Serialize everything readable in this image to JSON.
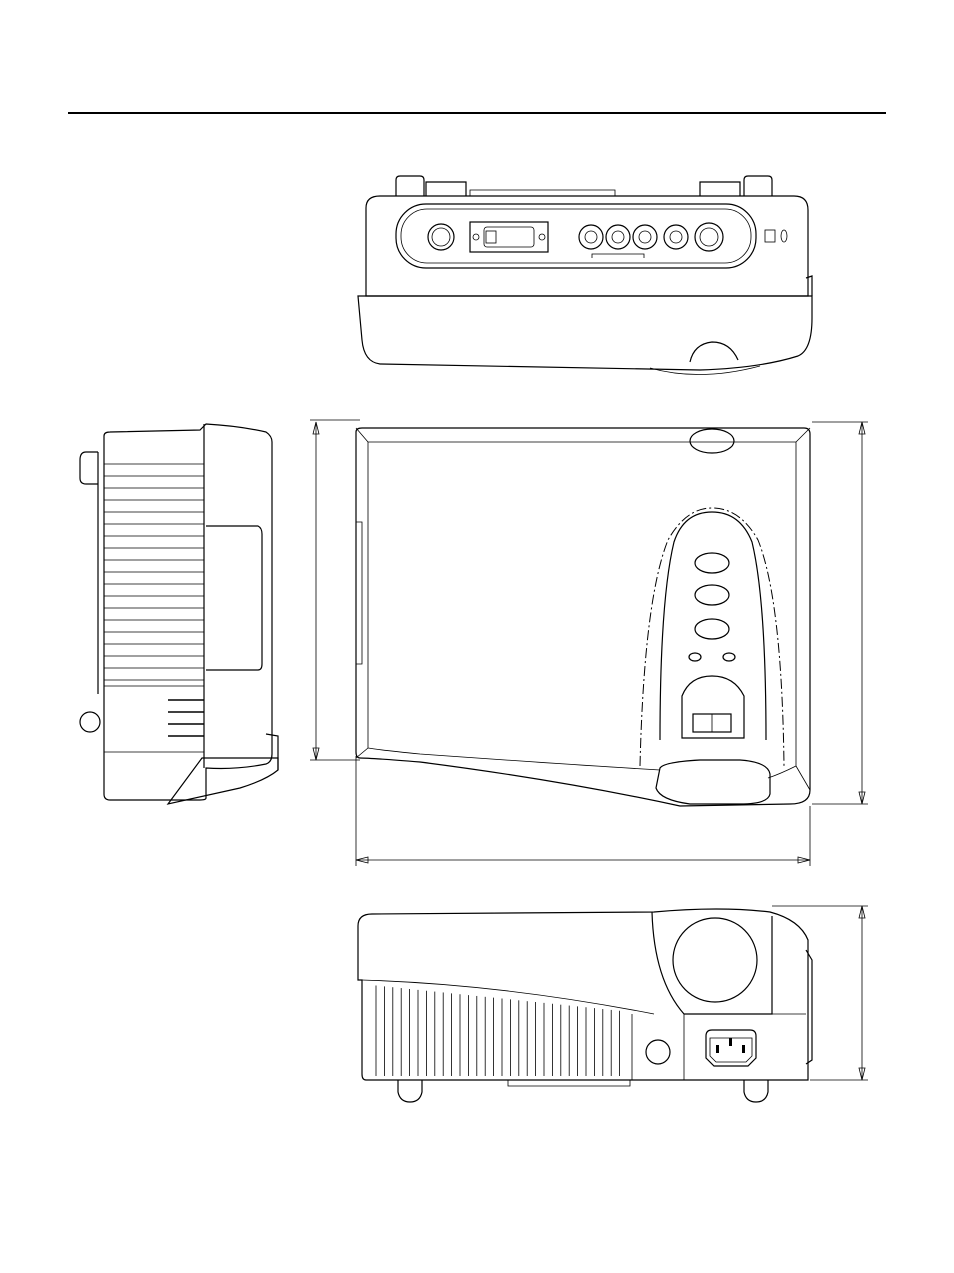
{
  "figure": {
    "views": [
      {
        "name": "rear-view",
        "label": ""
      },
      {
        "name": "side-view",
        "label": ""
      },
      {
        "name": "top-view",
        "label": ""
      },
      {
        "name": "front-view",
        "label": ""
      }
    ],
    "dimensions": [
      {
        "name": "width-dimension",
        "value": ""
      },
      {
        "name": "depth-dimension",
        "value": ""
      },
      {
        "name": "height-dimension",
        "value": ""
      }
    ]
  }
}
